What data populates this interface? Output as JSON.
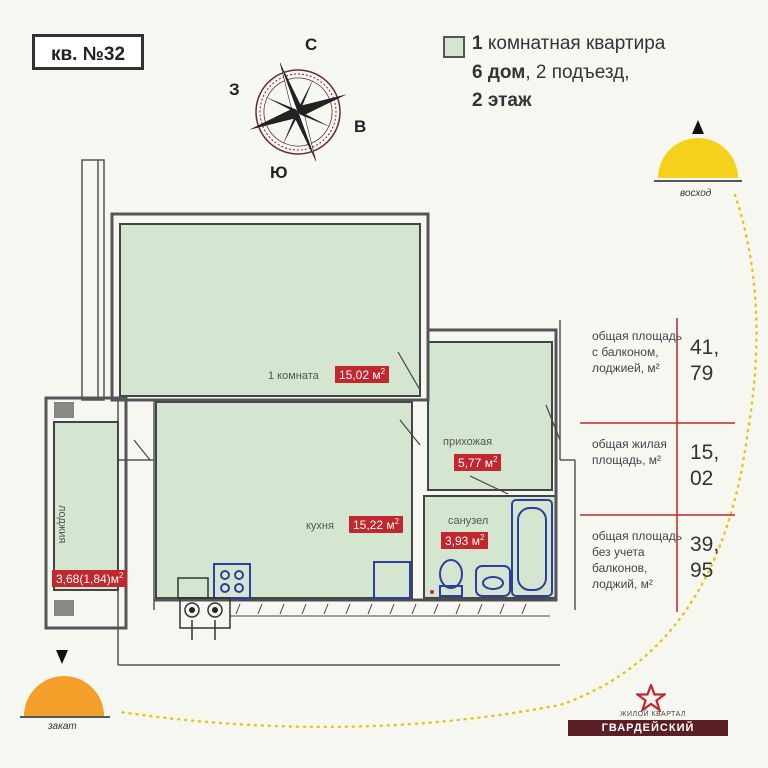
{
  "apartment": {
    "number_label": "кв. №32"
  },
  "header": {
    "rooms_bold": "1",
    "rooms_text": " комнатная квартира",
    "building_bold": "6 дом",
    "entrance_text": ", 2 подъезд,",
    "floor_bold": "2 этаж"
  },
  "compass": {
    "north": "С",
    "east": "В",
    "south": "Ю",
    "west": "З"
  },
  "rooms": {
    "room1": {
      "name": "1 комната",
      "area": "15,02 м"
    },
    "kitchen": {
      "name": "кухня",
      "area": "15,22 м"
    },
    "hall": {
      "name": "прихожая",
      "area": "5,77 м"
    },
    "bathroom": {
      "name": "санузел",
      "area": "3,93 м"
    },
    "loggia": {
      "name": "лоджия",
      "area": "3,68(1,84)м"
    }
  },
  "area_unit_sup": "2",
  "stats": [
    {
      "label": "общая площадь с балконом, лоджией, м²",
      "value_line1": "41,",
      "value_line2": "79"
    },
    {
      "label": "общая жилая площадь, м²",
      "value_line1": "15,",
      "value_line2": "02"
    },
    {
      "label": "общая площадь без учета балконов, лоджий, м²",
      "value_line1": "39,",
      "value_line2": "95"
    }
  ],
  "sun": {
    "sunrise": "восход",
    "sunset": "закат"
  },
  "brand": {
    "subtitle": "ЖИЛОЙ КВАРТАЛ",
    "name": "ГВАРДЕЙСКИЙ"
  },
  "colors": {
    "room_fill": "#d5e6d0",
    "accent_red": "#c2272d",
    "sunrise": "#f6d11b",
    "sunset": "#f2a02a",
    "fixture_blue": "#2d3f9e"
  }
}
